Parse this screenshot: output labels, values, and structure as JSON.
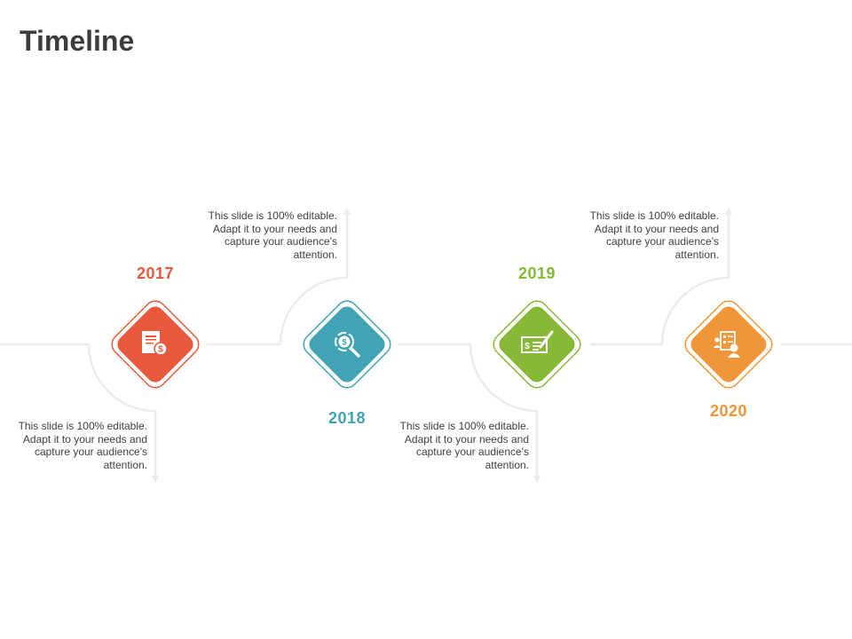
{
  "slide": {
    "title": "Timeline"
  },
  "milestones": [
    {
      "year": "2017",
      "color": "#e8593b",
      "icon": "invoice-dollar-icon",
      "text": "This slide is 100% editable. Adapt it to your needs and capture your audience's attention."
    },
    {
      "year": "2018",
      "color": "#42a3b5",
      "icon": "dollar-search-icon",
      "text": "This slide is 100% editable. Adapt it to your needs and capture your audience's attention."
    },
    {
      "year": "2019",
      "color": "#86b935",
      "icon": "cheque-pen-icon",
      "text": "This slide is 100% editable. Adapt it to your needs and capture your audience's attention."
    },
    {
      "year": "2020",
      "color": "#f0963a",
      "icon": "person-checklist-icon",
      "text": "This slide is 100% editable. Adapt it to your needs and capture your audience's attention."
    }
  ]
}
